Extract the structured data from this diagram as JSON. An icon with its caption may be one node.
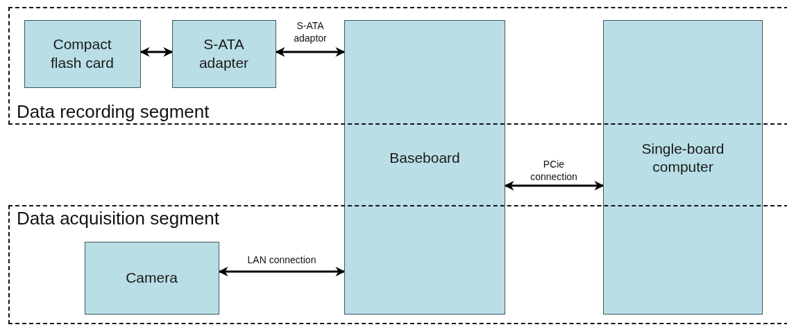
{
  "diagram": {
    "nodes": [
      {
        "text": [
          "Data recording segment"
        ]
      },
      {
        "text": [
          "Compact flash card"
        ],
        "in": 0
      },
      {
        "text": [
          "S-ATA adapter"
        ],
        "in": 0
      },
      {
        "text": [
          "Baseboard"
        ]
      },
      {
        "text": [
          "Single-board computer"
        ]
      },
      {
        "text": [
          "Data acquisition segment"
        ]
      },
      {
        "text": [
          "Camera"
        ],
        "in": 5
      }
    ],
    "edges": [
      {
        "from": 1,
        "to": 2,
        "arrow": "both"
      },
      {
        "from": 2,
        "to": 3,
        "arrow": "both",
        "label": "S-ATA adaptor"
      },
      {
        "from": 3,
        "to": 4,
        "arrow": "both",
        "label": "PCie connection"
      },
      {
        "from": 6,
        "to": 3,
        "arrow": "both",
        "label": "LAN connection"
      }
    ]
  }
}
